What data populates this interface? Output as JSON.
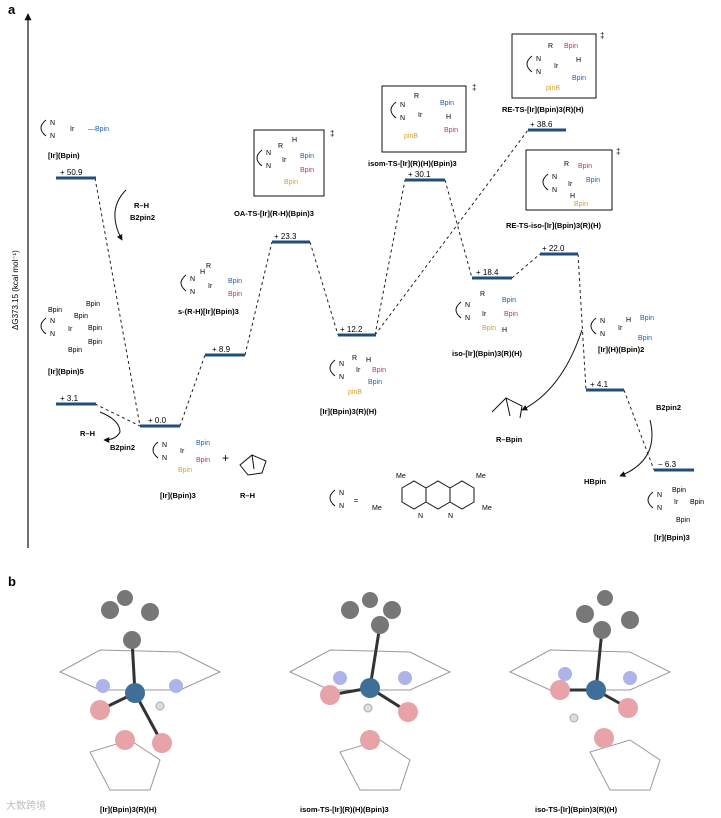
{
  "panels": {
    "a": "a",
    "b": "b"
  },
  "y_axis_label": "ΔG373.15 (kcal mol⁻¹)",
  "levels": [
    {
      "id": "bpin5",
      "value": "+ 3.1"
    },
    {
      "id": "bpin-top",
      "value": "+ 50.9"
    },
    {
      "id": "start",
      "value": "+ 0.0"
    },
    {
      "id": "s-complex",
      "value": "+ 8.9"
    },
    {
      "id": "oa-ts",
      "value": "+ 23.3"
    },
    {
      "id": "int",
      "value": "+ 12.2"
    },
    {
      "id": "isom-ts",
      "value": "+ 30.1"
    },
    {
      "id": "iso",
      "value": "+ 18.4"
    },
    {
      "id": "re-ts",
      "value": "+ 38.6"
    },
    {
      "id": "re-ts-iso",
      "value": "+ 22.0"
    },
    {
      "id": "h-int",
      "value": "+ 4.1"
    },
    {
      "id": "final",
      "value": "− 6.3"
    }
  ],
  "compounds": {
    "ir_bpin": "[Ir](Bpin)",
    "ir_bpin5": "[Ir](Bpin)5",
    "ir_bpin3": "[Ir](Bpin)3",
    "rh": "R–H",
    "s_complex": "s-(R-H)[Ir](Bpin)3",
    "oa_ts": "OA-TS-[Ir](R-H)(Bpin)3",
    "int": "[Ir](Bpin)3(R)(H)",
    "isom_ts": "isom-TS-[Ir](R)(H)(Bpin)3",
    "iso": "iso-[Ir](Bpin)3(R)(H)",
    "re_ts": "RE-TS-[Ir](Bpin)3(R)(H)",
    "re_ts_iso": "RE-TS-iso-[Ir](Bpin)3(R)(H)",
    "ir_h_bpin2": "[Ir](H)(Bpin)2",
    "r_bpin": "R–Bpin",
    "hbpin": "HBpin",
    "ir_bpin3_final": "[Ir](Bpin)3"
  },
  "reagents": {
    "rh_top": "R–H",
    "b2pin2_top": "B2pin2",
    "rh_left": "R–H",
    "b2pin2_left": "B2pin2",
    "b2pin2_right": "B2pin2",
    "plus": "+"
  },
  "ts_mark": "‡",
  "ligand_def": {
    "equals": "=",
    "me": "Me"
  },
  "panel_b_labels": [
    "[Ir](Bpin)3(R)(H)",
    "isom-TS-[Ir](R)(H)(Bpin)3",
    "iso-TS-[Ir](Bpin)3(R)(H)"
  ],
  "watermark": "大数跨境",
  "colors": {
    "level": "#1f4e79",
    "bpin_blue": "#1f5fa8",
    "bpin_red": "#b03a5b",
    "bpin_yellow": "#d9a128",
    "ir_atom": "#3f6f99",
    "n_atom": "#aeb4e8",
    "o_atom": "#e8a3a8",
    "c_atom": "#777777"
  }
}
